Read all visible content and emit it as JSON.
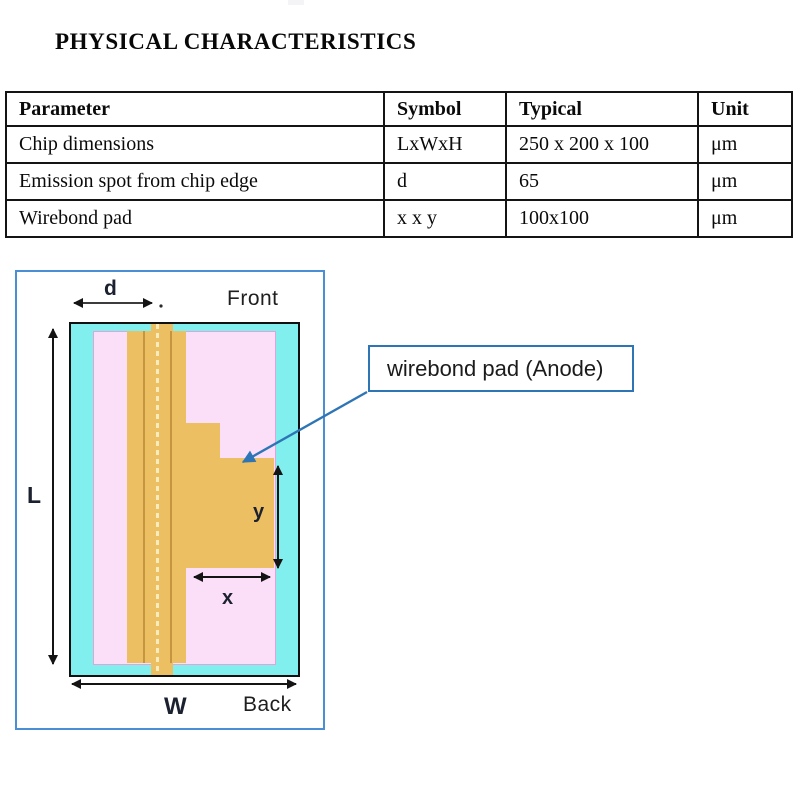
{
  "page": {
    "title": "PHYSICAL CHARACTERISTICS"
  },
  "table": {
    "headers": [
      "Parameter",
      "Symbol",
      "Typical",
      "Unit"
    ],
    "rows": [
      {
        "parameter": "Chip dimensions",
        "symbol": "LxWxH",
        "typical": "250 x 200 x 100",
        "unit": "μm"
      },
      {
        "parameter": "Emission spot from chip edge",
        "symbol": "d",
        "typical": "65",
        "unit": "μm"
      },
      {
        "parameter": "Wirebond pad",
        "symbol": "x x y",
        "typical": "100x100",
        "unit": "μm"
      }
    ]
  },
  "diagram": {
    "front_label": "Front",
    "back_label": "Back",
    "dim_d": "d",
    "dim_L": "L",
    "dim_W": "W",
    "dim_x": "x",
    "dim_y": "y",
    "callout_label": "wirebond pad (Anode)",
    "colors": {
      "chip_fill": "#82efef",
      "substrate_fill": "#fbdff8",
      "pad_fill": "#edbf63",
      "frame_blue": "#4a8fd3",
      "callout_blue": "#2e75b6",
      "arrow_black": "#141414"
    }
  }
}
